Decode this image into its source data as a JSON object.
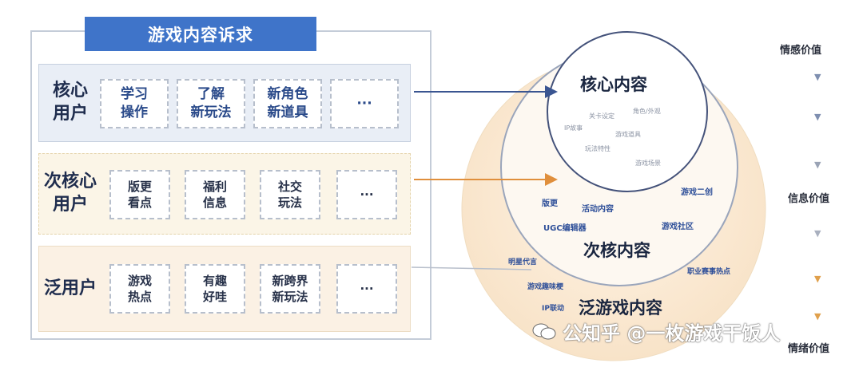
{
  "title": "游戏内容诉求",
  "rows": [
    {
      "label": "核心\n用户",
      "items": [
        "学习\n操作",
        "了解\n新玩法",
        "新角色\n新道具",
        "···"
      ]
    },
    {
      "label": "次核心\n用户",
      "items": [
        "版更\n看点",
        "福利\n信息",
        "社交\n玩法",
        "···"
      ]
    },
    {
      "label": "泛用户",
      "items": [
        "游戏\n热点",
        "有趣\n好哇",
        "新跨界\n新玩法",
        "···"
      ]
    }
  ],
  "circles": {
    "core": {
      "title": "核心内容",
      "tags": [
        "关卡设定",
        "角色/外观",
        "IP故事",
        "游戏道具",
        "玩法特性",
        "游戏场景"
      ]
    },
    "sub": {
      "title": "次核内容",
      "tags": [
        "版更",
        "活动内容",
        "游戏二创",
        "UGC编辑器",
        "游戏社区"
      ]
    },
    "pan": {
      "title": "泛游戏内容",
      "tags": [
        "明星代言",
        "职业赛事热点",
        "游戏趣味梗",
        "IP联动"
      ]
    }
  },
  "values": [
    "情感价值",
    "信息价值",
    "情绪价值"
  ],
  "watermark": "公知乎 @一枚游戏干饭人",
  "colors": {
    "banner": "#3f74c9",
    "arrow_blue": "#3a5591",
    "arrow_orange": "#e08f3c"
  }
}
